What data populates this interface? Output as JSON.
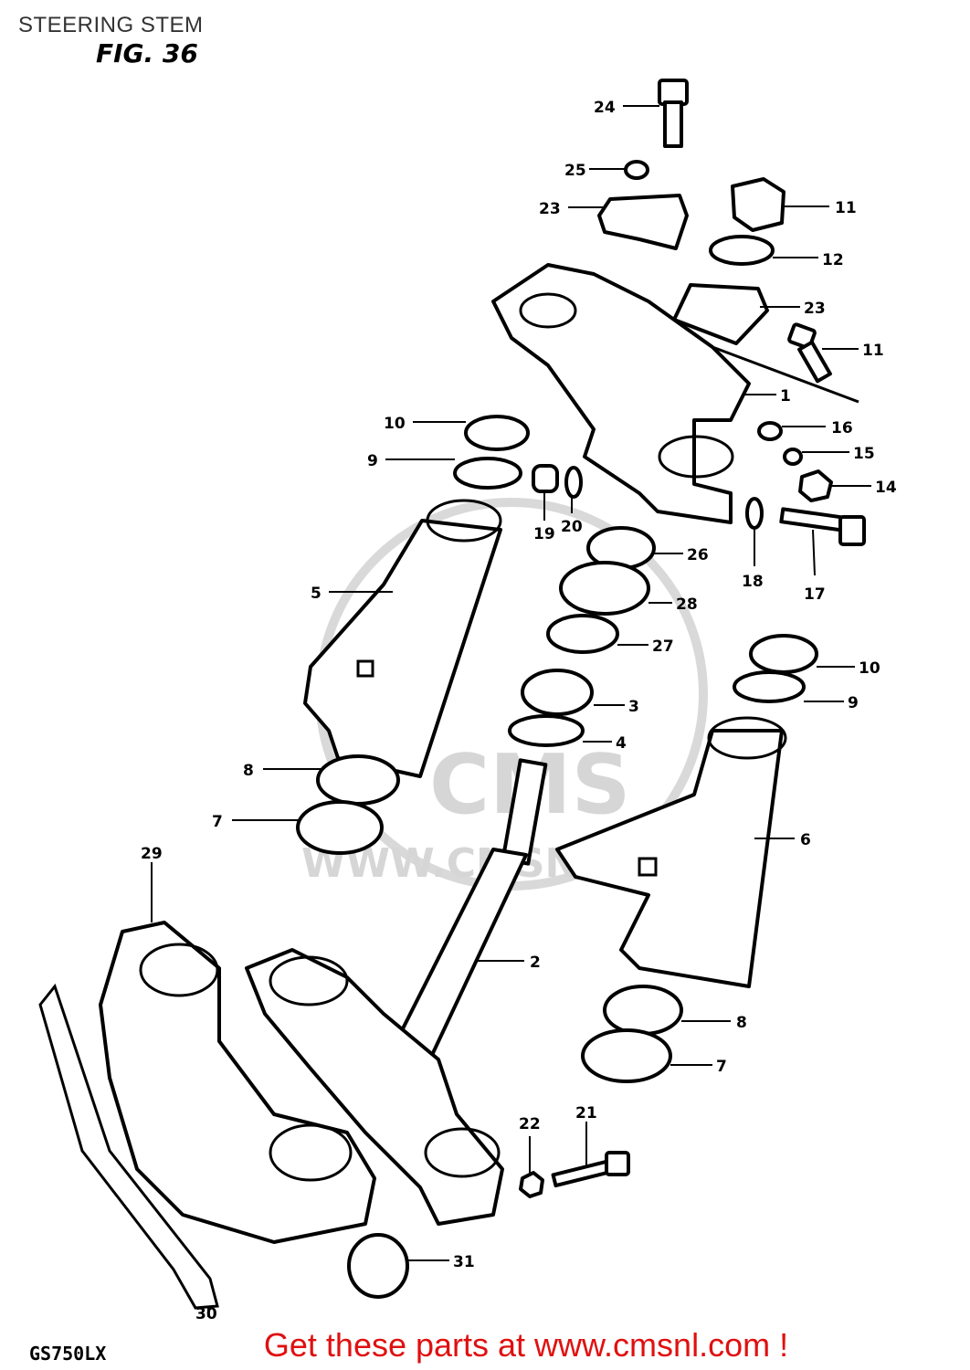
{
  "header": {
    "title": "STEERING STEM",
    "figure": "FIG. 36"
  },
  "model": "GS750LX",
  "footer": {
    "cta": "Get these parts at www.cmsnl.com !"
  },
  "watermark": {
    "brand": "CMS",
    "url": "WWW.CMSNL.COM"
  },
  "callouts": {
    "c24": "24",
    "c25": "25",
    "c23a": "23",
    "c11a": "11",
    "c12": "12",
    "c23b": "23",
    "c11b": "11",
    "c1": "1",
    "c10a": "10",
    "c9a": "9",
    "c16": "16",
    "c15": "15",
    "c14": "14",
    "c19": "19",
    "c20": "20",
    "c26": "26",
    "c18": "18",
    "c17": "17",
    "c5": "5",
    "c28": "28",
    "c27": "27",
    "c10b": "10",
    "c3": "3",
    "c9b": "9",
    "c4": "4",
    "c8a": "8",
    "c7a": "7",
    "c6": "6",
    "c29": "29",
    "c2": "2",
    "c8b": "8",
    "c7b": "7",
    "c22": "22",
    "c21": "21",
    "c31": "31",
    "c30": "30"
  }
}
